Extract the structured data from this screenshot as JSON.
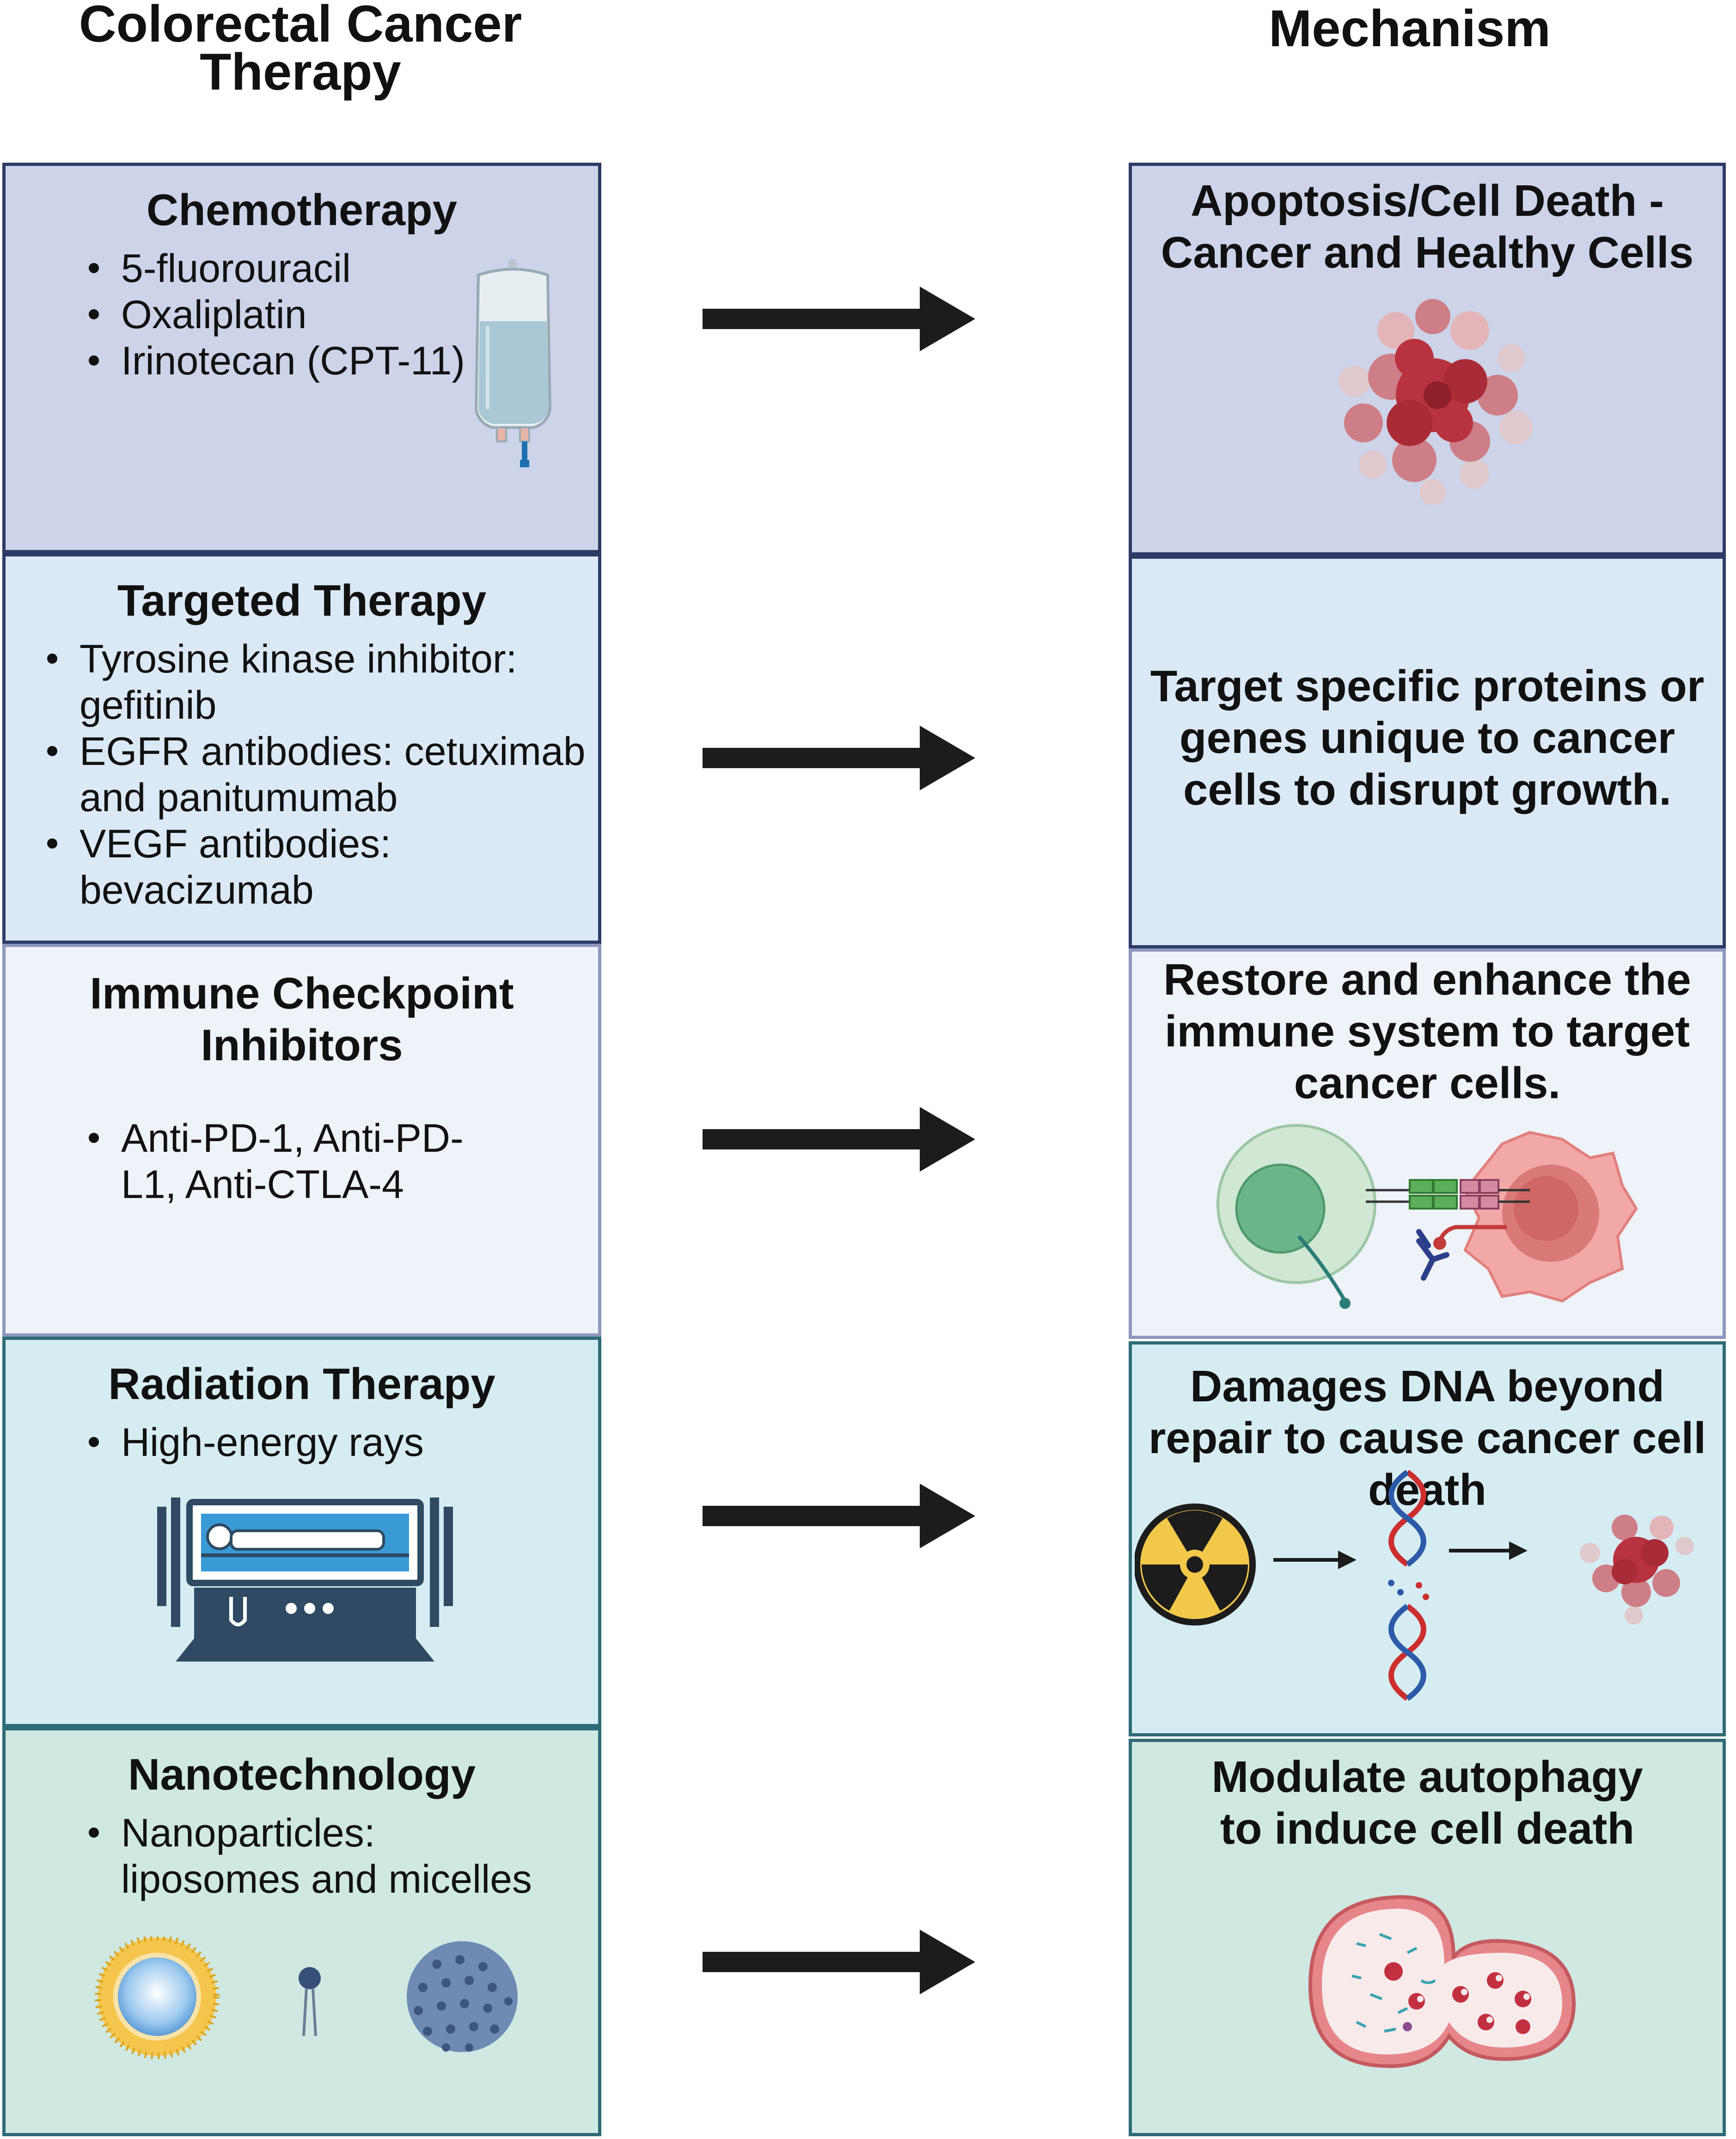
{
  "headers": {
    "left": "Colorectal Cancer Therapy",
    "right": "Mechanism"
  },
  "therapies": [
    {
      "title": "Chemotherapy",
      "items": [
        "5-fluorouracil",
        "Oxaliplatin",
        "Irinotecan (CPT-11)"
      ],
      "icon": "iv-bag-icon",
      "fill": "#cdd3e8",
      "mechanism": "Apoptosis/Cell Death - Cancer and Healthy Cells",
      "mechanism_icon": "apoptotic-cell-icon"
    },
    {
      "title": "Targeted Therapy",
      "items": [
        "Tyrosine kinase inhibitor: gefitinib",
        "EGFR antibodies: cetuximab and panitumumab",
        "VEGF antibodies: bevacizumab"
      ],
      "fill": "#dbe9f7",
      "mechanism": "Target specific proteins or genes unique to cancer cells to disrupt growth."
    },
    {
      "title": "Immune Checkpoint Inhibitors",
      "items": [
        "Anti-PD-1, Anti-PD-L1, Anti-CTLA-4"
      ],
      "fill": "#eef2f9",
      "mechanism": "Restore and enhance the immune system to target cancer cells.",
      "mechanism_icon": "t-cell-cancer-cell-icon"
    },
    {
      "title": "Radiation Therapy",
      "items": [
        "High-energy rays"
      ],
      "icon": "radiotherapy-machine-icon",
      "fill": "#d6ecf3",
      "mechanism": "Damages DNA beyond repair to cause cancer cell death",
      "mechanism_icon": "radiation-dna-damage-icon"
    },
    {
      "title": "Nanotechnology",
      "items": [
        "Nanoparticles: liposomes and micelles"
      ],
      "icon": "nanoparticles-icon",
      "fill": "#cfe8e2",
      "mechanism": "Modulate autophagy to induce cell death",
      "mechanism_icon": "autophagy-cell-icon"
    }
  ],
  "colors": {
    "border_dark": "#2e3a66",
    "border_light": "#8e98be",
    "border_teal": "#2f6b76",
    "arrow": "#1c1c1c"
  }
}
